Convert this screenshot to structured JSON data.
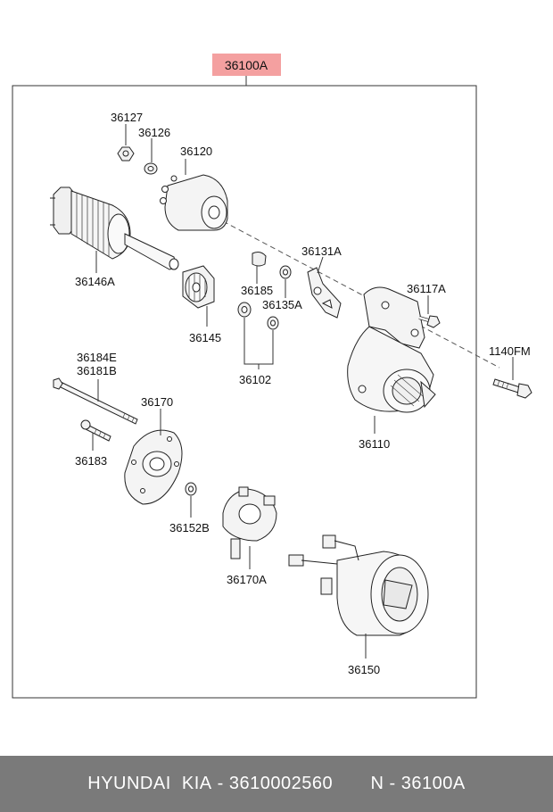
{
  "assembly": {
    "label": "36100A",
    "highlight_color": "#f4a0a0"
  },
  "parts": {
    "p36127": "36127",
    "p36126": "36126",
    "p36120": "36120",
    "p36146A": "36146A",
    "p36131A": "36131A",
    "p36185": "36185",
    "p36135A": "36135A",
    "p36117A": "36117A",
    "p1140FM": "1140FM",
    "p36145": "36145",
    "p36102": "36102",
    "p36184E": "36184E",
    "p36181B": "36181B",
    "p36170": "36170",
    "p36110": "36110",
    "p36183": "36183",
    "p36152B": "36152B",
    "p36170A": "36170A",
    "p36150": "36150"
  },
  "footer": {
    "brand": "HYUNDAI  KIA",
    "part_number": "3610002560",
    "ref": "N - 36100A",
    "separator": " - ",
    "background": "#7a7a7a"
  }
}
